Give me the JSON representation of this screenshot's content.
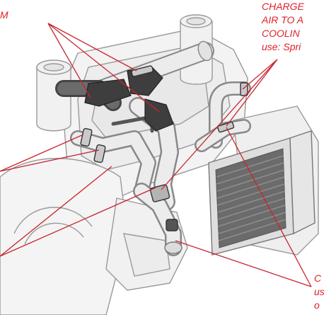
{
  "callouts": {
    "top_left": {
      "lines": [
        "M"
      ]
    },
    "top_right": {
      "lines": [
        "CHARGE",
        "AIR TO A",
        "COOLIN",
        "use: Spri"
      ]
    },
    "bottom_right": {
      "lines": [
        "C",
        "us",
        "o"
      ]
    }
  },
  "colors": {
    "callout_text": "#e0202a",
    "leader_line": "#c8262e",
    "engine_line": "#8c8c8c",
    "hose_dark": "#3a3a3a",
    "hose_light": "#e6e6e6"
  }
}
